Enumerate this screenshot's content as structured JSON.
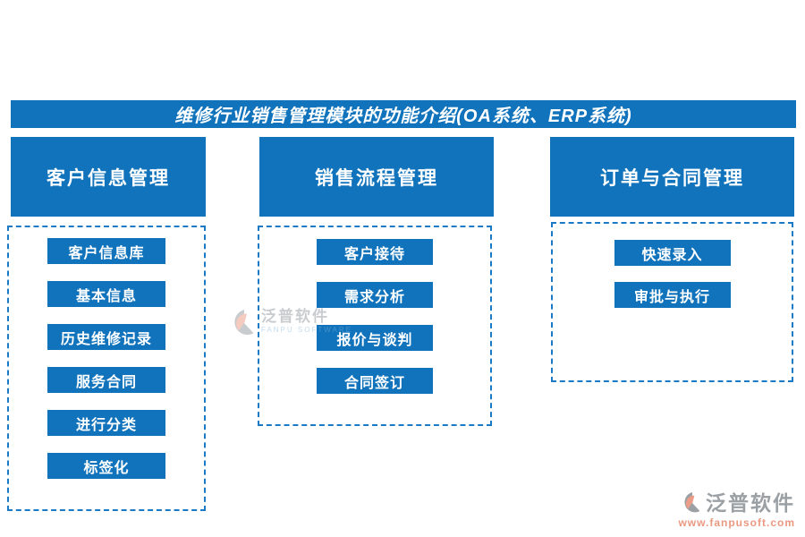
{
  "title": "维修行业销售管理模块的功能介绍(OA系统、ERP系统)",
  "columns": [
    {
      "header": "客户信息管理",
      "items": [
        "客户信息库",
        "基本信息",
        "历史维修记录",
        "服务合同",
        "进行分类",
        "标签化"
      ]
    },
    {
      "header": "销售流程管理",
      "items": [
        "客户接待",
        "需求分析",
        "报价与谈判",
        "合同签订"
      ]
    },
    {
      "header": "订单与合同管理",
      "items": [
        "快速录入",
        "审批与执行"
      ]
    }
  ],
  "watermark_center": {
    "brand": "泛普软件",
    "subtitle": "FANPU SOFTWARE"
  },
  "watermark_corner": {
    "brand": "泛普软件",
    "url": "www.fanpusoft.com"
  },
  "colors": {
    "primary_blue": "#1173bb",
    "dashed_border_blue": "#1b7ac6",
    "watermark_gray": "#8a9096",
    "watermark_orange": "#e98d74",
    "watermark_light_blue": "#7fb2dc"
  }
}
